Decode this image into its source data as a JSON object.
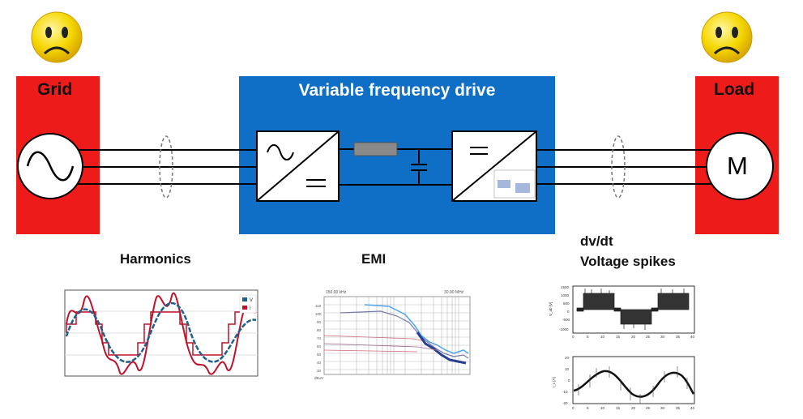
{
  "grid": {
    "title": "Grid"
  },
  "load": {
    "title": "Load",
    "motor_symbol": "M"
  },
  "vfd": {
    "title": "Variable frequency drive"
  },
  "issues": {
    "harmonics": "Harmonics",
    "emi": "EMI",
    "dvdt": "dv/dt",
    "spikes": "Voltage spikes"
  },
  "harmonics_legend": {
    "v": "V",
    "i": "I"
  },
  "emi_plot": {
    "header_left": "150.00 kHz",
    "header_right": "30.00 MHz",
    "y_ticks": [
      "110",
      "100",
      "90",
      "80",
      "70",
      "60",
      "50",
      "40",
      "30",
      "20"
    ],
    "y_unit": "dBuV"
  },
  "spike_plot_top": {
    "ylabel": "V_ab [V]",
    "y_ticks": [
      "1500",
      "1000",
      "500",
      "0",
      "-500",
      "-1000"
    ],
    "x_ticks": [
      "0",
      "5",
      "10",
      "15",
      "20",
      "25",
      "30",
      "35",
      "40"
    ]
  },
  "spike_plot_bottom": {
    "ylabel": "I_c [A]",
    "y_ticks": [
      "20",
      "10",
      "0",
      "-10",
      "-20"
    ],
    "x_ticks": [
      "0",
      "5",
      "10",
      "15",
      "20",
      "25",
      "30",
      "35",
      "40"
    ]
  },
  "colors": {
    "red": "#ee1b1b",
    "blue": "#0f6fc6",
    "voltage": "#1f5f8b",
    "current": "#c0102a"
  },
  "icons": [
    "sad-face-icon",
    "sine-source-icon",
    "motor-icon",
    "rectifier-icon",
    "inverter-icon",
    "capacitor-icon",
    "inductor-icon",
    "cable-bundle-icon"
  ]
}
